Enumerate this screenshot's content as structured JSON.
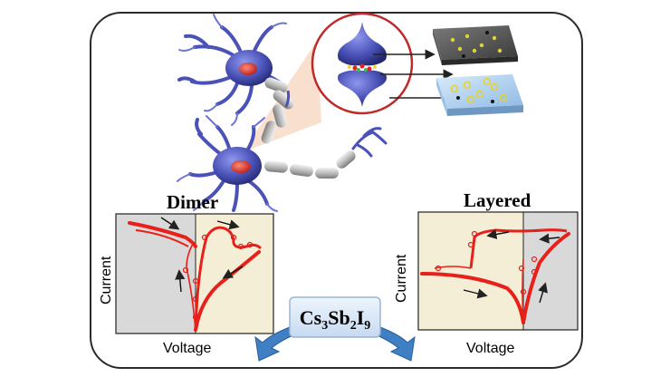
{
  "left_panel": {
    "title": "Dimer",
    "ylabel": "Current",
    "xlabel": "Voltage"
  },
  "right_panel": {
    "title": "Layered",
    "ylabel": "Current",
    "xlabel": "Voltage"
  },
  "center_label": {
    "base": "Cs",
    "sub1": "3",
    "mid": "Sb",
    "sub2": "2",
    "end": "I",
    "sub3": "9"
  },
  "colors": {
    "curve": "#e8201a",
    "panel_gray": "#d9d9d9",
    "panel_cream": "#f5eed6",
    "neuron": "#4a52b8",
    "nucleus": "#d9352a",
    "axon": "#b5b5b5",
    "beam": "#f7d9c2",
    "label_box": "#dbe8f7",
    "arrow_blue": "#3f7fc4"
  },
  "icons": [
    "neuron-top-icon",
    "neuron-bottom-icon",
    "synapse-icon",
    "device-layers-icon"
  ]
}
